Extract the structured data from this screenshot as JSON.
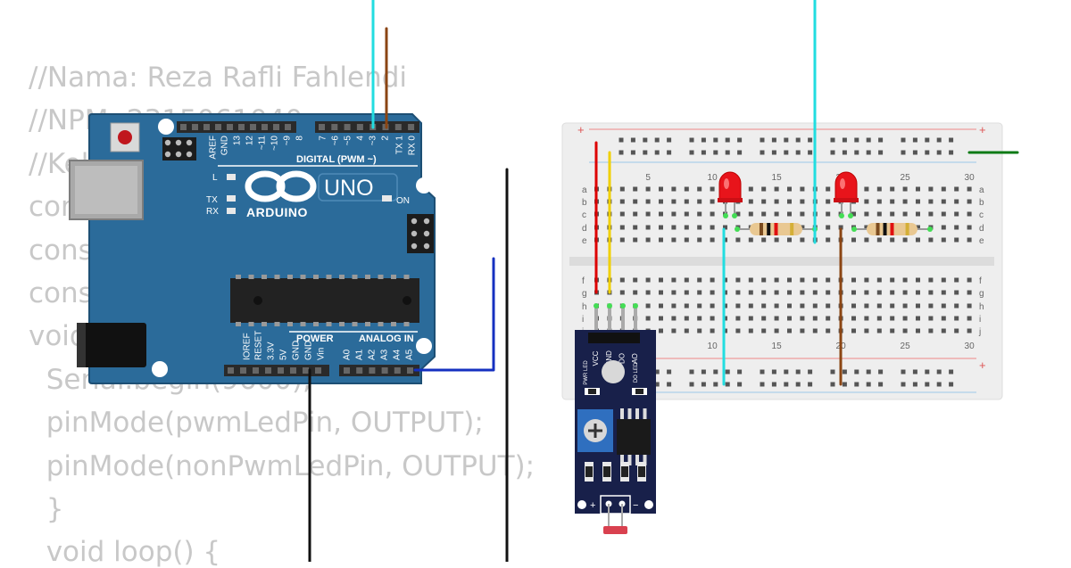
{
  "code": {
    "lines": [
      "//Nama: Reza Rafli Fahlendi",
      "//NPM: 2315061040",
      "//Kelas: PSTI C",
      "const int ldrPin = A0;",
      "const int pwmLedPin = 3;",
      "const int nonPwmLedPin = 2;",
      "void setup() {",
      "  Serial.begin(9600);",
      "  pinMode(pwmLedPin, OUTPUT);",
      "  pinMode(nonPwmLedPin, OUTPUT);",
      "  }",
      "  void loop() {"
    ]
  },
  "arduino": {
    "logo": "ARDUINO",
    "model": "UNO",
    "digital_header": "DIGITAL (PWM ~)",
    "power_header": "POWER",
    "analog_header": "ANALOG IN",
    "digital_pins": [
      "AREF",
      "GND",
      "13",
      "12",
      "~11",
      "~10",
      "~9",
      "8",
      "7",
      "~6",
      "~5",
      "4",
      "~3",
      "2",
      "TX 1",
      "RX 0"
    ],
    "power_pins": [
      "IOREF",
      "RESET",
      "3.3V",
      "5V",
      "GND",
      "GND",
      "Vin"
    ],
    "analog_pins": [
      "A0",
      "A1",
      "A2",
      "A3",
      "A4",
      "A5"
    ],
    "led_l": "L",
    "led_tx": "TX",
    "led_rx": "RX",
    "led_on": "ON"
  },
  "breadboard": {
    "plus": "+",
    "minus": "−",
    "rows_top": [
      "a",
      "b",
      "c",
      "d",
      "e"
    ],
    "rows_bottom": [
      "f",
      "g",
      "h",
      "i",
      "j"
    ],
    "col_numbers": [
      "5",
      "10",
      "15",
      "20",
      "25",
      "30"
    ]
  },
  "sensor_module": {
    "pins": [
      "VCC",
      "GND",
      "DO",
      "AO"
    ],
    "label_pwr": "PWR LED",
    "label_do": "DO LED",
    "plus": "+",
    "minus": "−"
  },
  "colors": {
    "board_blue": "#2b6b9a",
    "wire_cyan": "#22dde0",
    "wire_brown": "#8b4513",
    "wire_black": "#111111",
    "wire_blue": "#1530c0",
    "wire_green": "#0a7a14",
    "wire_red": "#dd0000",
    "wire_yellow": "#f0d000",
    "led_red": "#e8141b",
    "module_navy": "#18204a"
  }
}
